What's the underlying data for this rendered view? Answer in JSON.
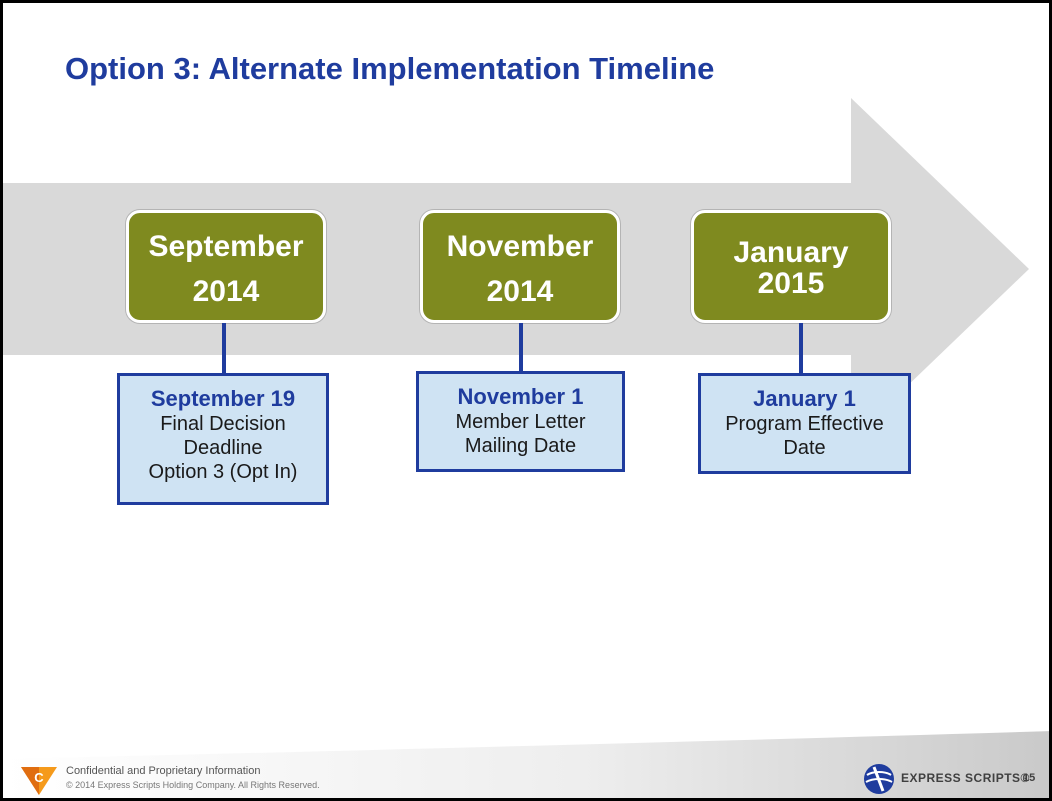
{
  "slide": {
    "title": "Option 3: Alternate Implementation Timeline"
  },
  "timeline": {
    "milestones": [
      {
        "box_line1": "September",
        "box_line2": "2014",
        "card_head": "September 19",
        "card_lines": [
          "Final Decision",
          "Deadline",
          "Option 3 (Opt In)"
        ]
      },
      {
        "box_line1": "November",
        "box_line2": "2014",
        "card_head": "November 1",
        "card_lines": [
          "Member Letter",
          "Mailing Date"
        ]
      },
      {
        "box_line1": "January",
        "box_line2": "2015",
        "card_head": "January 1",
        "card_lines": [
          "Program Effective",
          "Date"
        ]
      }
    ]
  },
  "footer": {
    "confidential": "Confidential and Proprietary Information",
    "copyright": "© 2014 Express Scripts Holding Company. All Rights Reserved.",
    "brand": "EXPRESS SCRIPTS®",
    "page_number": "15",
    "logo_icon": "company-logo-icon",
    "brand_icon": "express-scripts-globe-icon"
  },
  "colors": {
    "title": "#1f3c9e",
    "milestone_box": "#7f8a1f",
    "card_fill": "#cfe3f3",
    "card_border": "#1f3c9e",
    "arrow": "#d9d9d9"
  }
}
